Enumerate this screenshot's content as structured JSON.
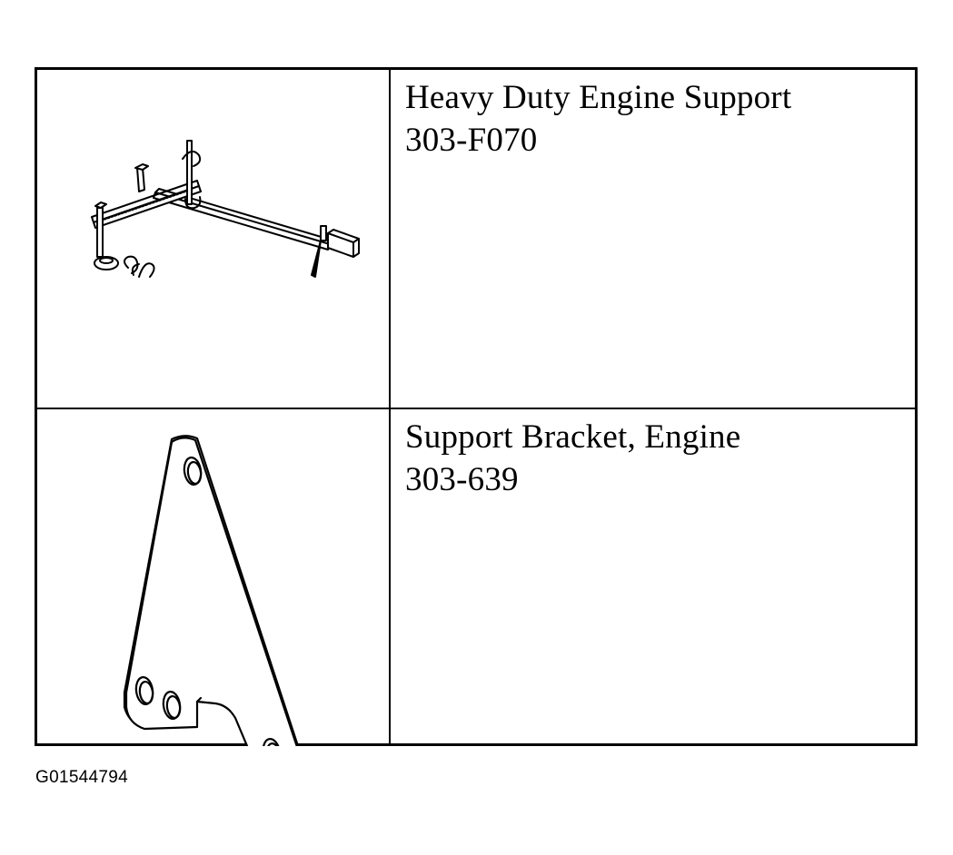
{
  "tools": [
    {
      "name": "Heavy Duty Engine Support",
      "number": "303-F070",
      "illustration": "engine-support-bar-illustration"
    },
    {
      "name": "Support Bracket, Engine",
      "number": "303-639",
      "illustration": "support-bracket-illustration"
    }
  ],
  "figure_id": "G01544794",
  "colors": {
    "ink": "#000000",
    "paper": "#ffffff"
  }
}
